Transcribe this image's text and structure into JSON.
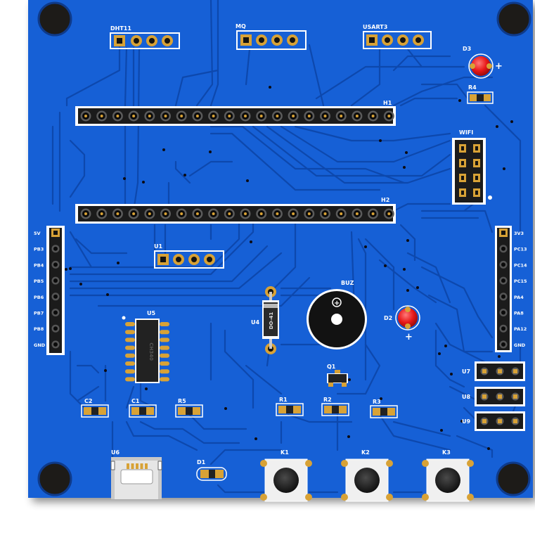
{
  "colors": {
    "board": "#1560d6",
    "board_edge": "#0f4fba",
    "trace": "#0d48ad",
    "silk": "#ffffff",
    "pad": "#d8a236",
    "hole": "#15130f",
    "header_body": "#1b1b1b",
    "led": "#e81818",
    "smd_body": "#222222"
  },
  "components": {
    "dht11": "DHT11",
    "mq": "MQ",
    "usart3": "USART3",
    "d3": "D3",
    "r4": "R4",
    "h1": "H1",
    "h2": "H2",
    "wifi": "WIFI",
    "u1": "U1",
    "u5": "U5",
    "u4": "U4",
    "u4_body": "DO-41",
    "u5_chip": "CH340",
    "buz": "BUZ",
    "d2": "D2",
    "q1": "Q1",
    "c2": "C2",
    "c1": "C1",
    "r5": "R5",
    "r1": "R1",
    "r2": "R2",
    "r3": "R3",
    "u6": "U6",
    "d1": "D1",
    "k1": "K1",
    "k2": "K2",
    "k3": "K3",
    "u7": "U7",
    "u8": "U8",
    "u9": "U9",
    "plus": "+"
  },
  "left_header": {
    "labels": [
      "5V",
      "PB3",
      "PB4",
      "PB5",
      "PB6",
      "PB7",
      "PB8",
      "GND"
    ]
  },
  "right_header": {
    "labels": [
      "3V3",
      "PC13",
      "PC14",
      "PC15",
      "PA4",
      "PA8",
      "PA12",
      "GND"
    ]
  }
}
